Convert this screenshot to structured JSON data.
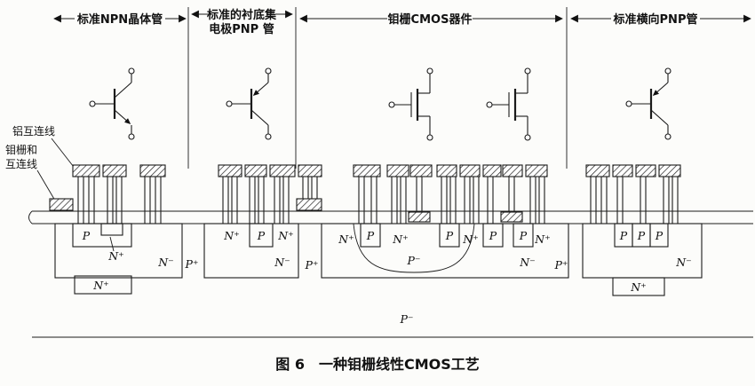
{
  "header": {
    "sections": [
      {
        "label": "标准NPN晶体管"
      },
      {
        "line1": "标准的衬底集",
        "line2": "电极PNP 管"
      },
      {
        "label": "钼栅CMOS器件"
      },
      {
        "label": "标准横向PNP管"
      }
    ]
  },
  "annotations": {
    "al": "铝互连线",
    "mo1": "钼栅和",
    "mo2": "互连线"
  },
  "xs": {
    "npn": {
      "base": "P",
      "emitter": "N⁺",
      "epi": "N⁻",
      "buried": "N⁺"
    },
    "iso1": "P⁺",
    "pnp": {
      "c1": "N⁺",
      "base": "P",
      "c2": "N⁺",
      "epi": "N⁻"
    },
    "iso2": "P⁺",
    "cmos": {
      "r1": "N⁺",
      "r2": "P",
      "r3": "N⁺",
      "r4": "P",
      "r5": "N⁺",
      "r6": "P",
      "r7": "P",
      "r8": "N⁺",
      "well": "P⁻",
      "epi": "N⁻"
    },
    "iso3": "P⁺",
    "lpnp": {
      "p1": "P",
      "p2": "P",
      "p3": "P",
      "epi": "N⁻",
      "buried": "N⁺"
    },
    "substrate": "P⁻"
  },
  "caption": "图 6　一种钼栅线性CMOS工艺"
}
